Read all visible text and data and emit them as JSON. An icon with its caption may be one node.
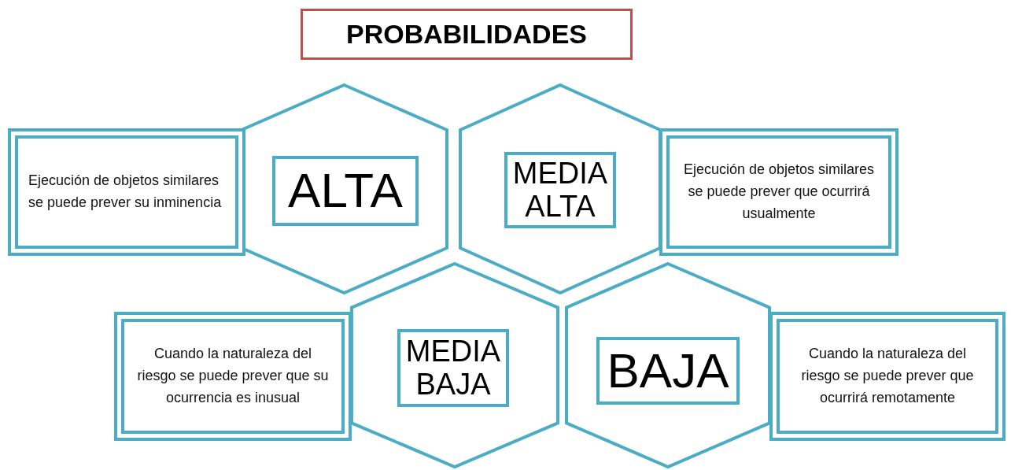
{
  "diagram": {
    "nodes": [
      {
        "text": [
          "PROBABILIDADES"
        ]
      },
      {
        "text": [
          "Ejecución de objetos similares se puede prever su inminencia"
        ]
      },
      {
        "text": [],
        "shape": "hexagon"
      },
      {
        "text": [
          "ALTA"
        ],
        "in": 2
      },
      {
        "text": [],
        "shape": "hexagon"
      },
      {
        "text": [
          "MEDIA ALTA"
        ],
        "in": 4
      },
      {
        "text": [
          "Ejecución de objetos similares se puede prever que ocurrirá usualmente"
        ]
      },
      {
        "text": [
          "Cuando la naturaleza del riesgo se puede prever que su ocurrencia es inusual"
        ]
      },
      {
        "text": [],
        "shape": "hexagon"
      },
      {
        "text": [
          "MEDIA BAJA"
        ],
        "in": 8
      },
      {
        "text": [],
        "shape": "hexagon"
      },
      {
        "text": [
          "BAJA"
        ],
        "in": 10
      },
      {
        "text": [
          "Cuando la naturaleza del riesgo se puede prever que ocurrirá remotamente"
        ]
      }
    ]
  }
}
